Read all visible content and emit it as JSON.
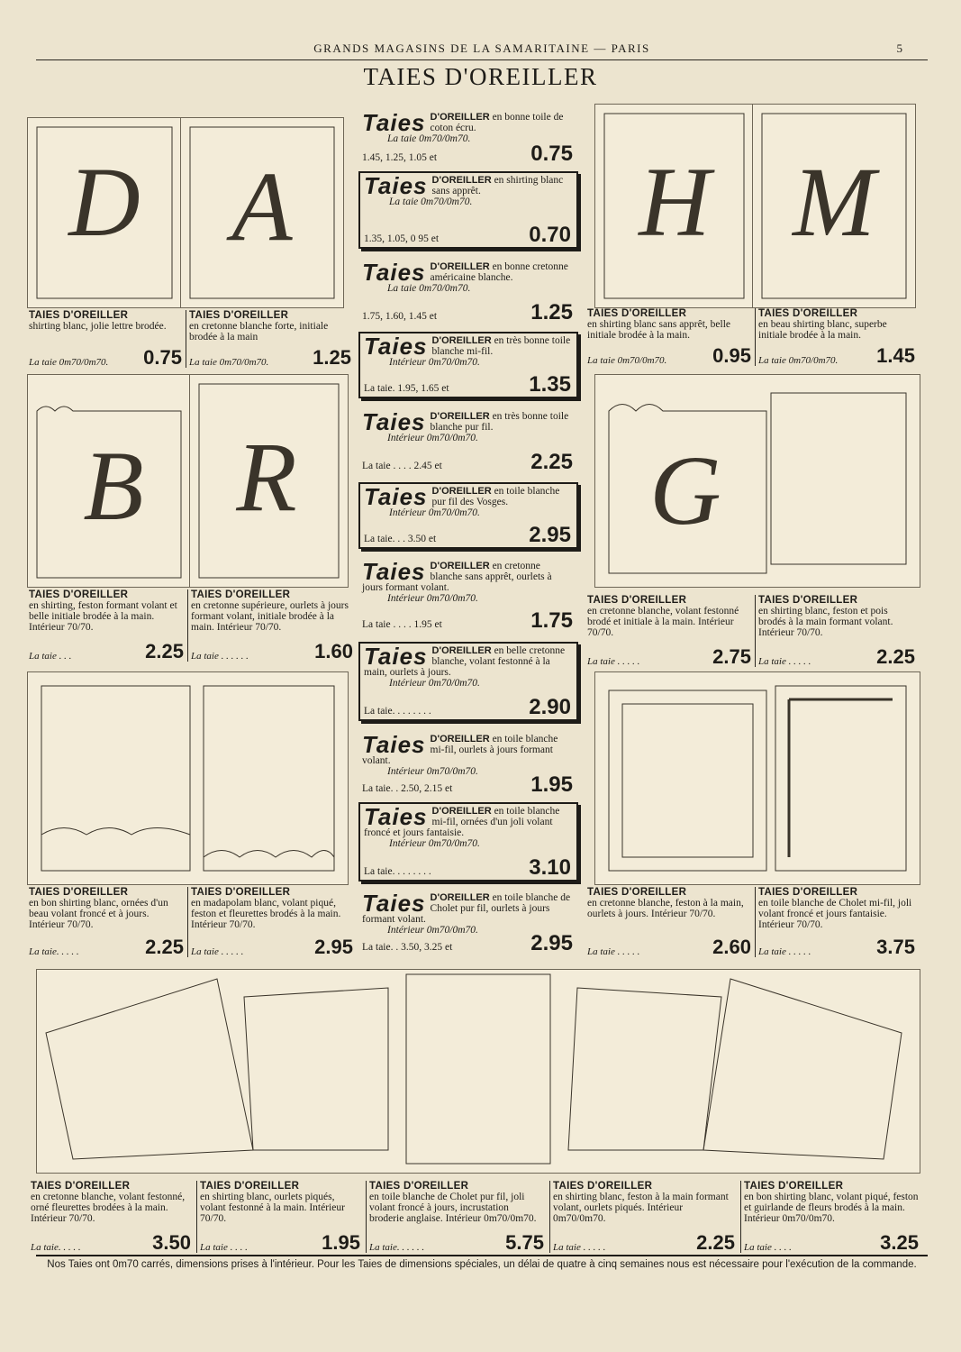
{
  "header": {
    "masthead": "GRANDS MAGASINS DE LA SAMARITAINE — PARIS",
    "page_number": "5"
  },
  "title": "TAIES D'OREILLER",
  "center_items": [
    {
      "big": "Taies",
      "sc": "D'OREILLER",
      "desc": "en bonne toile de coton écru.",
      "line1": "La taie 0m70/0m70.",
      "prices_line": "1.45, 1.25, 1.05 et",
      "price": "0.75"
    },
    {
      "big": "Taies",
      "sc": "D'OREILLER",
      "desc": "en shirting blanc sans apprêt.",
      "line1": "La taie 0m70/0m70.",
      "prices_line": "1.35, 1.05, 0 95 et",
      "price": "0.70"
    },
    {
      "big": "Taies",
      "sc": "D'OREILLER",
      "desc": "en bonne cretonne américaine blanche.",
      "line1": "La taie 0m70/0m70.",
      "prices_line": "1.75, 1.60, 1.45 et",
      "price": "1.25"
    },
    {
      "big": "Taies",
      "sc": "D'OREILLER",
      "desc": "en très bonne toile blanche mi-fil.",
      "line1": "Intérieur 0m70/0m70.",
      "prices_line": "La taie. 1.95, 1.65 et",
      "price": "1.35"
    },
    {
      "big": "Taies",
      "sc": "D'OREILLER",
      "desc": "en très bonne toile blanche pur fil.",
      "line1": "Intérieur 0m70/0m70.",
      "prices_line": "La taie . . . . 2.45 et",
      "price": "2.25"
    },
    {
      "big": "Taies",
      "sc": "D'OREILLER",
      "desc": "en toile blanche pur fil des Vosges.",
      "line1": "Intérieur 0m70/0m70.",
      "prices_line": "La taie. . . 3.50 et",
      "price": "2.95"
    },
    {
      "big": "Taies",
      "sc": "D'OREILLER",
      "desc": "en cretonne blanche sans apprêt, ourlets à jours formant volant.",
      "line1": "Intérieur 0m70/0m70.",
      "prices_line": "La taie . . . . 1.95 et",
      "price": "1.75"
    },
    {
      "big": "Taies",
      "sc": "D'OREILLER",
      "desc": "en belle cretonne blanche, volant festonné à la main, ourlets à jours.",
      "line1": "Intérieur 0m70/0m70.",
      "prices_line": "La taie. . . . . . . .",
      "price": "2.90"
    },
    {
      "big": "Taies",
      "sc": "D'OREILLER",
      "desc": "en toile blanche mi-fil, ourlets à jours formant volant.",
      "line1": "Intérieur 0m70/0m70.",
      "prices_line": "La taie. . 2.50, 2.15 et",
      "price": "1.95"
    },
    {
      "big": "Taies",
      "sc": "D'OREILLER",
      "desc": "en toile blanche mi-fil, ornées d'un joli volant froncé et jours fantaisie.",
      "line1": "Intérieur 0m70/0m70.",
      "prices_line": "La taie. . . . . . . .",
      "price": "3.10"
    },
    {
      "big": "Taies",
      "sc": "D'OREILLER",
      "desc": "en toile blanche de Cholet pur fil, ourlets à jours formant volant.",
      "line1": "Intérieur 0m70/0m70.",
      "prices_line": "La taie. . 3.50, 3.25 et",
      "price": "2.95"
    }
  ],
  "side_items": [
    {
      "title": "TAIES D'OREILLER",
      "desc": "shirting blanc, jolie lettre brodée.",
      "label": "La taie 0m70/0m70.",
      "price": "0.75"
    },
    {
      "title": "TAIES D'OREILLER",
      "desc": "en cretonne blanche forte, initiale brodée à la main",
      "label": "La taie 0m70/0m70.",
      "price": "1.25"
    },
    {
      "title": "TAIES D'OREILLER",
      "desc": "en shirting blanc sans apprêt, belle initiale brodée à la main.",
      "label": "La taie 0m70/0m70.",
      "price": "0.95"
    },
    {
      "title": "TAIES D'OREILLER",
      "desc": "en beau shirting blanc, superbe initiale brodée à la main.",
      "label": "La taie 0m70/0m70.",
      "price": "1.45"
    },
    {
      "title": "TAIES D'OREILLER",
      "desc": "en shirting, feston formant volant et belle initiale brodée à la main. Intérieur 70/70.",
      "label": "La taie . . .",
      "price": "2.25"
    },
    {
      "title": "TAIES D'OREILLER",
      "desc": "en cretonne supérieure, ourlets à jours formant volant, initiale brodée à la main. Intérieur 70/70.",
      "label": "La taie . . . . . .",
      "price": "1.60"
    },
    {
      "title": "TAIES D'OREILLER",
      "desc": "en cretonne blanche, volant festonné brodé et initiale à la main. Intérieur 70/70.",
      "label": "La taie . . . . .",
      "price": "2.75"
    },
    {
      "title": "TAIES D'OREILLER",
      "desc": "en shirting blanc, feston et pois brodés à la main formant volant. Intérieur 70/70.",
      "label": "La taie . . . . .",
      "price": "2.25"
    },
    {
      "title": "TAIES D'OREILLER",
      "desc": "en bon shirting blanc, ornées d'un beau volant froncé et à jours. Intérieur 70/70.",
      "label": "La taie. . . . .",
      "price": "2.25"
    },
    {
      "title": "TAIES D'OREILLER",
      "desc": "en madapolam blanc, volant piqué, feston et fleurettes brodés à la main. Intérieur 70/70.",
      "label": "La taie . . . . .",
      "price": "2.95"
    },
    {
      "title": "TAIES D'OREILLER",
      "desc": "en cretonne blanche, feston à la main, ourlets à jours. Intérieur 70/70.",
      "label": "La taie . . . . .",
      "price": "2.60"
    },
    {
      "title": "TAIES D'OREILLER",
      "desc": "en toile blanche de Cholet mi-fil, joli volant froncé et jours fantaisie. Intérieur 70/70.",
      "label": "La taie . . . . .",
      "price": "3.75"
    }
  ],
  "bottom_items": [
    {
      "title": "TAIES D'OREILLER",
      "desc": "en cretonne blanche, volant festonné, orné fleurettes brodées à la main. Intérieur 70/70.",
      "label": "La taie. . . . .",
      "price": "3.50"
    },
    {
      "title": "TAIES D'OREILLER",
      "desc": "en shirting blanc, ourlets piqués, volant festonné à la main. Intérieur 70/70.",
      "label": "La taie . . . .",
      "price": "1.95"
    },
    {
      "title": "TAIES D'OREILLER",
      "desc": "en toile blanche de Cholet pur fil, joli volant froncé à jours, incrustation broderie anglaise. Intérieur 0m70/0m70.",
      "label": "La taie. . . . . .",
      "price": "5.75"
    },
    {
      "title": "TAIES D'OREILLER",
      "desc": "en shirting blanc, feston à la main formant volant, ourlets piqués. Intérieur 0m70/0m70.",
      "label": "La taie . . . . .",
      "price": "2.25"
    },
    {
      "title": "TAIES D'OREILLER",
      "desc": "en bon shirting blanc, volant piqué, feston et guirlande de fleurs brodés à la main. Intérieur 0m70/0m70.",
      "label": "La taie . . . .",
      "price": "3.25"
    }
  ],
  "illustrations": {
    "letters": [
      "D",
      "A",
      "H",
      "M",
      "B",
      "R",
      "G"
    ]
  },
  "footer": "Nos Taies ont 0m70 carrés, dimensions prises à l'intérieur. Pour les Taies de dimensions spéciales, un délai de quatre à cinq semaines nous est nécessaire pour l'exécution de la commande."
}
